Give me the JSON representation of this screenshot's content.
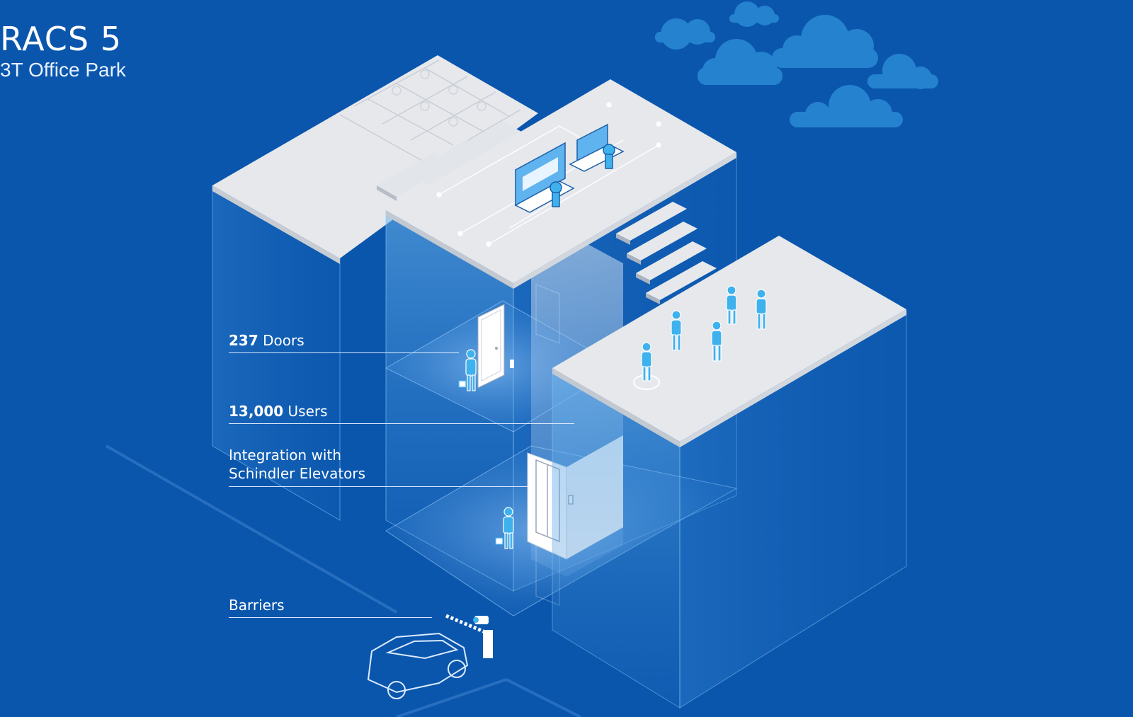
{
  "brand": {
    "title": "RACS 5",
    "subtitle": "3T Office Park"
  },
  "callouts": {
    "doors": {
      "value": "237",
      "label": "Doors"
    },
    "users": {
      "value": "13,000",
      "label": "Users"
    },
    "integration": {
      "line1": "Integration with",
      "line2": "Schindler Elevators"
    },
    "barriers": {
      "label": "Barriers"
    }
  },
  "colors": {
    "background": "#0a56ad",
    "floor": "#e6e8ec",
    "glass": "#5aa8e6",
    "accent": "#3fb2ee"
  }
}
